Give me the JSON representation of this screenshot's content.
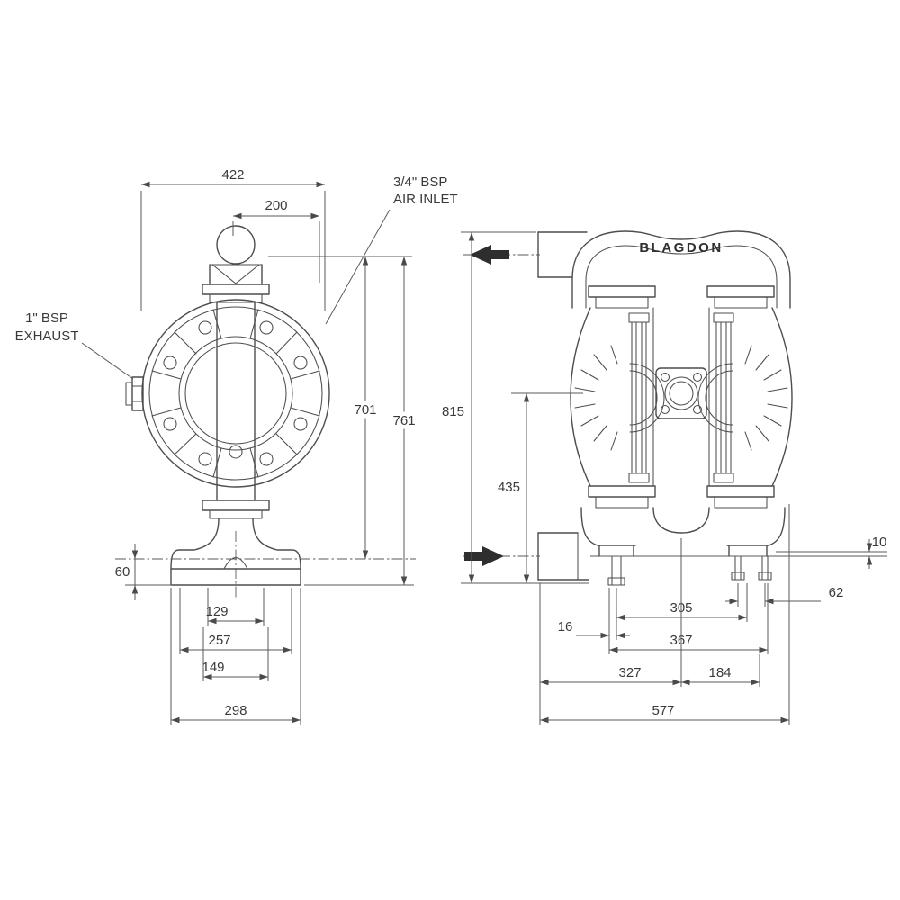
{
  "drawing": {
    "brand": "BLAGDON",
    "labels": {
      "air_inlet_line1": "3/4\" BSP",
      "air_inlet_line2": "AIR INLET",
      "exhaust_line1": "1\" BSP",
      "exhaust_line2": "EXHAUST"
    },
    "side": {
      "w422": "422",
      "w200": "200",
      "h701": "701",
      "h761": "761",
      "h60": "60",
      "w129": "129",
      "w257": "257",
      "w149": "149",
      "w298": "298"
    },
    "front": {
      "h815": "815",
      "h435": "435",
      "h10": "10",
      "w62": "62",
      "w305": "305",
      "w16": "16",
      "w367": "367",
      "w327": "327",
      "w184": "184",
      "w577": "577"
    }
  }
}
